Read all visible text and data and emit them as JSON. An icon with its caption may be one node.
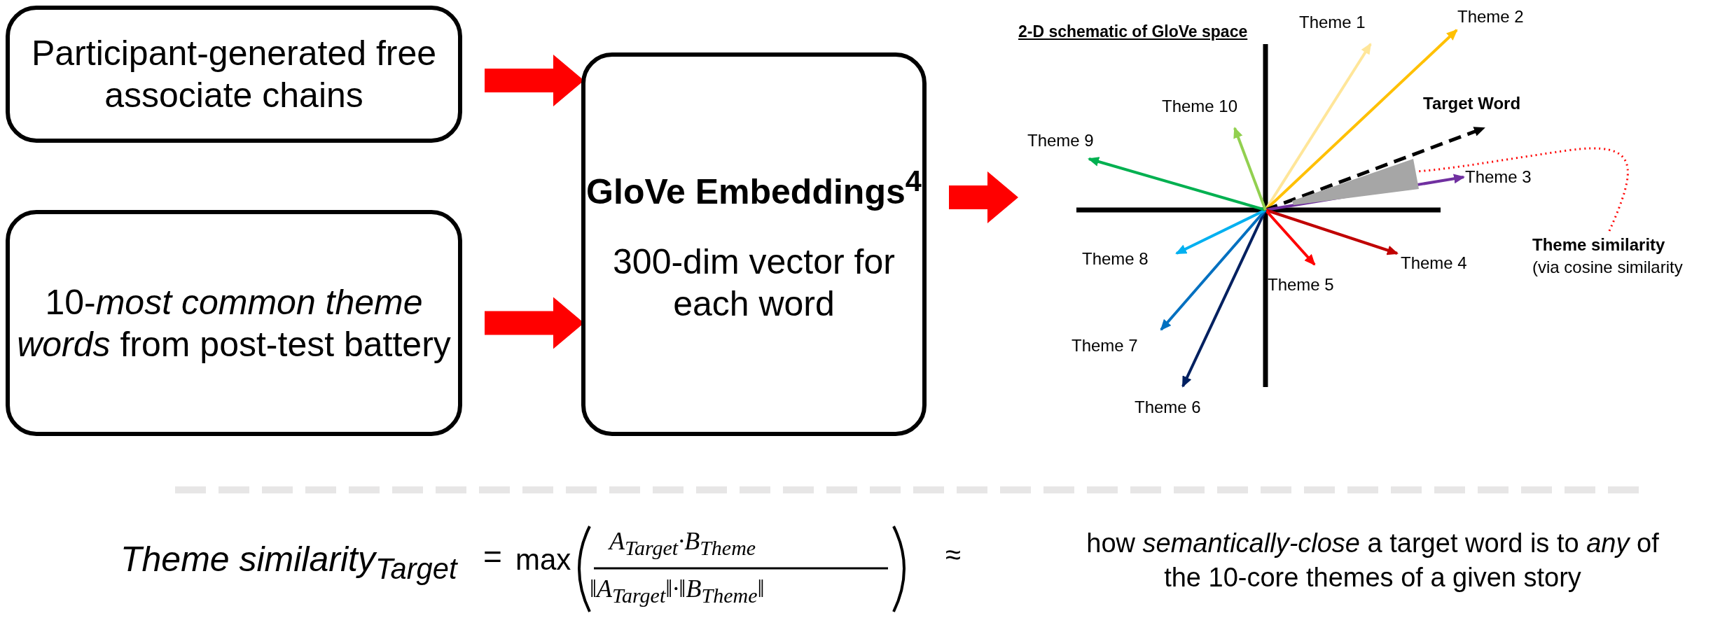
{
  "diagram": {
    "nodes": [
      {
        "text": [
          "Participant-generated free associate chains"
        ]
      },
      {
        "text": [
          "10-*most common theme words* from post-test battery"
        ]
      },
      {
        "text": [
          "GloVe Embeddings$^{4}$",
          "300-dim vector for each word"
        ]
      },
      {
        "text": [
          "2-D schematic of GloVe space"
        ]
      },
      {
        "text": [],
        "shape": "wedge",
        "in": 3
      },
      {
        "text": [
          "Theme similarity",
          "(via cosine similarity"
        ],
        "in": 3
      }
    ],
    "edges": [
      {
        "from": 0,
        "to": 2,
        "arrow": "to"
      },
      {
        "from": 1,
        "to": 2,
        "arrow": "to"
      },
      {
        "from": 2,
        "to": 3,
        "arrow": "to"
      },
      {
        "from": 5,
        "to": 4,
        "arrow": "none",
        "style": "dashed"
      }
    ],
    "labels": [
      "Theme 1",
      "Theme 2",
      "Theme 10",
      "Target Word",
      "Theme 9",
      "Theme 3",
      "Theme 8",
      "Theme 4",
      "Theme 5",
      "Theme 7",
      "Theme 6",
      "Theme similarity$_{Target}$",
      "=",
      "max",
      "A$_{Target}$·B$_{Theme}$",
      "‖A$_{Target}$‖·‖B$_{Theme}$‖",
      "≈",
      "how *semantically-close* a target word is to *any* of the 10-core themes of a given story"
    ]
  }
}
